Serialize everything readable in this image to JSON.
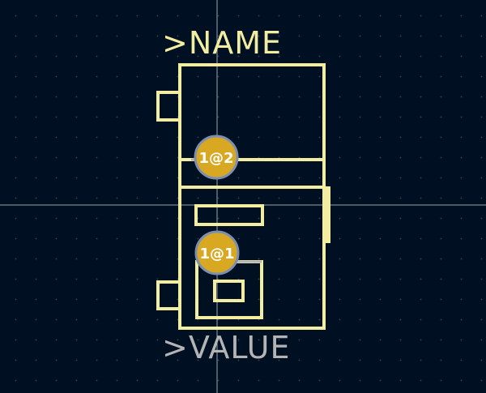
{
  "footprint": {
    "name_label": ">NAME",
    "value_label": ">VALUE",
    "pads": [
      {
        "label": "1@2"
      },
      {
        "label": "1@1"
      }
    ]
  },
  "colors": {
    "background": "#001023",
    "silkscreen": "#f2eda1",
    "fab_outline": "#b4b4b4",
    "pad_fill": "#d8a823",
    "pad_ring": "#7d8fb0",
    "value_text": "#b4b4b4",
    "crosshair": "#d0d4dc"
  }
}
